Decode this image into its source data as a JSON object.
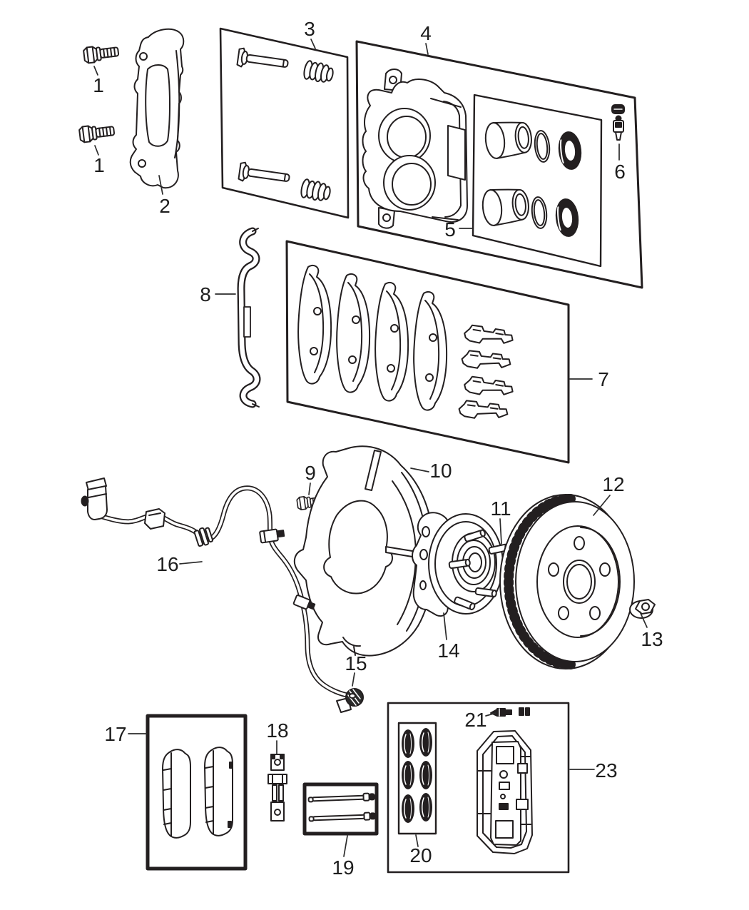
{
  "colors": {
    "background": "#ffffff",
    "line_art": "#231f20",
    "callout_text": "#1d1d1d"
  },
  "diagram": {
    "callouts": {
      "c1a": "1",
      "c1b": "1",
      "c2": "2",
      "c3": "3",
      "c4": "4",
      "c5": "5",
      "c6": "6",
      "c7": "7",
      "c8": "8",
      "c9": "9",
      "c10": "10",
      "c11": "11",
      "c12": "12",
      "c13": "13",
      "c14": "14",
      "c15": "15",
      "c16": "16",
      "c17": "17",
      "c18": "18",
      "c19": "19",
      "c20": "20",
      "c21": "21",
      "c23": "23"
    }
  }
}
